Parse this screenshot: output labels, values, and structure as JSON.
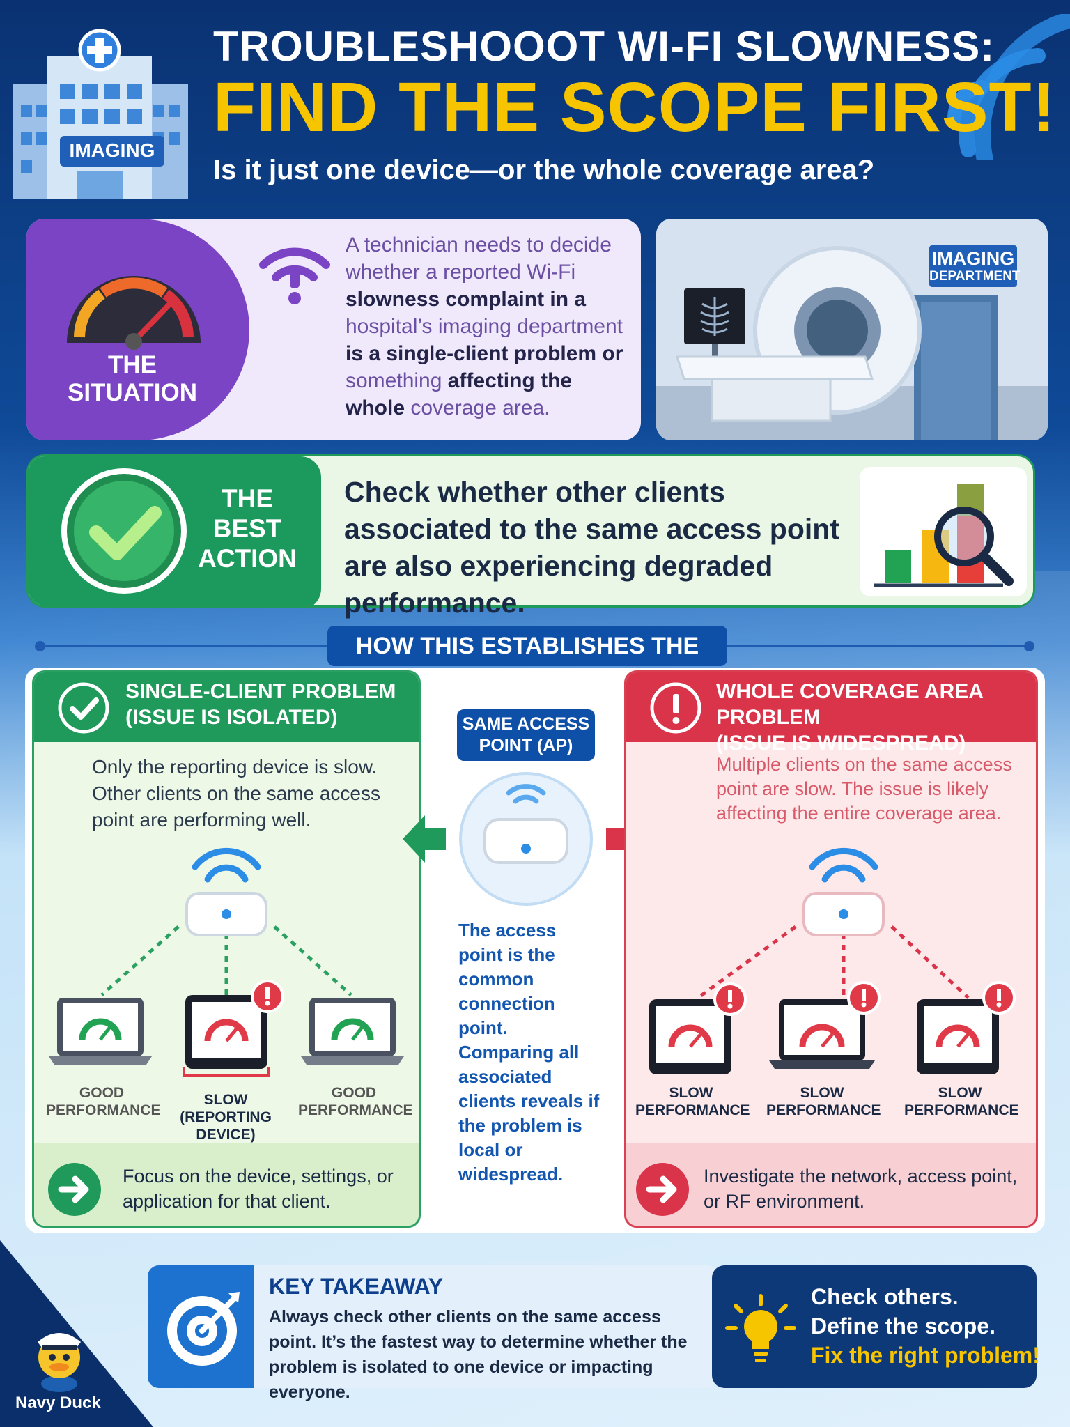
{
  "header": {
    "title_line1": "TROUBLESHOOOT WI-FI SLOWNESS:",
    "title_line2": "FIND THE SCOPE FIRST!",
    "subtitle": "Is it just one device—or the whole coverage area?",
    "building_sign": "IMAGING"
  },
  "situation": {
    "label_line1": "THE",
    "label_line2": "SITUATION",
    "text_parts": [
      {
        "t": "A technician needs to decide whether a reported Wi-Fi ",
        "b": false
      },
      {
        "t": "slowness complaint in a",
        "b": true
      },
      {
        "t": " hospital’s imaging department ",
        "b": false
      },
      {
        "t": "is a single-client problem or",
        "b": true
      },
      {
        "t": " something ",
        "b": false
      },
      {
        "t": "affecting the whole",
        "b": true
      },
      {
        "t": " coverage area.",
        "b": false
      }
    ],
    "photo_sign_line1": "IMAGING",
    "photo_sign_line2": "DEPARTMENT"
  },
  "best_action": {
    "label_line1": "THE",
    "label_line2": "BEST",
    "label_line3": "ACTION",
    "text": "Check whether other clients associated to the same access point are also experiencing degraded performance."
  },
  "scope": {
    "title": "HOW THIS ESTABLISHES THE SCOPE",
    "ap_label_line1": "SAME ACCESS",
    "ap_label_line2": "POINT (AP)",
    "ap_text": "The access point is the common connection point. Comparing all associated clients reveals if the problem is local or widespread.",
    "single": {
      "title_line1": "SINGLE-CLIENT PROBLEM",
      "title_line2": "(ISSUE IS ISOLATED)",
      "desc": "Only the reporting device is slow. Other clients on the same access point are performing well.",
      "devices": [
        {
          "label_line1": "GOOD",
          "label_line2": "PERFORMANCE",
          "status": "good"
        },
        {
          "label_line1": "SLOW",
          "label_line2": "(REPORTING DEVICE)",
          "status": "slow"
        },
        {
          "label_line1": "GOOD",
          "label_line2": "PERFORMANCE",
          "status": "good"
        }
      ],
      "footer": "Focus on the device, settings, or application for that client."
    },
    "whole": {
      "title_line1": "WHOLE COVERAGE AREA PROBLEM",
      "title_line2": "(ISSUE IS WIDESPREAD)",
      "desc": "Multiple clients on the same access point are slow. The issue is likely affecting the entire coverage area.",
      "devices": [
        {
          "label_line1": "SLOW",
          "label_line2": "PERFORMANCE",
          "status": "slow"
        },
        {
          "label_line1": "SLOW",
          "label_line2": "PERFORMANCE",
          "status": "slow"
        },
        {
          "label_line1": "SLOW",
          "label_line2": "PERFORMANCE",
          "status": "slow"
        }
      ],
      "footer": "Investigate the network, access point, or RF environment."
    }
  },
  "takeaway": {
    "title": "KEY TAKEAWAY",
    "text": "Always check other clients on the same access point. It’s the fastest way to determine whether the problem is isolated to one device or impacting everyone."
  },
  "tagline": {
    "line1": "Check others.",
    "line2": "Define the scope.",
    "line3": "Fix the right problem!"
  },
  "brand": {
    "name": "Navy Duck"
  },
  "colors": {
    "navy": "#0a3272",
    "yellow": "#f7c400",
    "purple": "#7a44c4",
    "green": "#1f9a5a",
    "red": "#d9344a",
    "blue": "#0e4fa8"
  }
}
